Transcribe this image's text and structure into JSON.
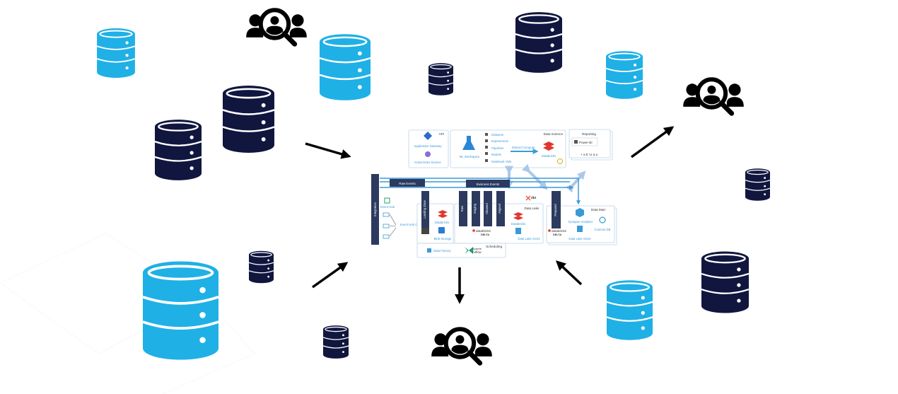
{
  "colors": {
    "navy": "#11163f",
    "sky": "#1fb0e6",
    "black": "#000000",
    "bar_dark": "#2b3a5e",
    "accent_blue": "#3a9ad9",
    "panel_border": "#9fc7e8",
    "pale_arrow": "#aac8ea"
  },
  "icons": {
    "database": "database-icon",
    "user_search": "user-search-icon",
    "arrow": "arrow-icon"
  },
  "diagram": {
    "api": {
      "title": "API",
      "items": [
        "Application Gateway",
        "Kubernetes Service"
      ]
    },
    "data_science": {
      "title": "Data Science",
      "workspace": "ML Workspace",
      "list": [
        "Datasets",
        "Experiments",
        "Pipelines",
        "Models",
        "Notebook VMs"
      ],
      "shared_compute": "Shared Compute",
      "databricks": "Databricks"
    },
    "reporting": {
      "title": "Reporting",
      "power_bi": "Power BI",
      "tableau": "+ a b l e a u"
    },
    "streams": {
      "raw": "Raw Events",
      "business": "Business Events"
    },
    "ingestion": {
      "label": "Integration",
      "event_hub": "Event Hub",
      "capture": "Event Hub Capture"
    },
    "landing": {
      "title": "Landing Zone",
      "databricks": "Databricks",
      "blob": "Blob Storage"
    },
    "lake": {
      "title": "Data Lake",
      "stages": [
        "Raw",
        "Staging",
        "Cleaned",
        "Aligned"
      ],
      "delta_brand": "databricks",
      "delta_word": "DELTA",
      "databricks": "Databricks",
      "gen2": "Data Lake Gen2",
      "dbt": "dbt"
    },
    "prepared": {
      "title": "Prepared",
      "delta_brand": "databricks",
      "delta_word": "DELTA"
    },
    "mart": {
      "title": "Data Mart",
      "synapse": "Synapse Analytics",
      "cosmos": "Cosmos DB",
      "gen2": "Data Lake Gen2"
    },
    "scheduling": {
      "title": "Scheduling",
      "factory": "Data Factory",
      "airflow_a": "Apache",
      "airflow_b": "Airflow"
    }
  }
}
